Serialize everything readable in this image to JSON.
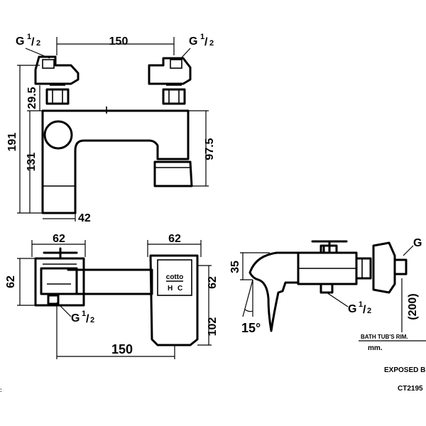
{
  "labels": {
    "g_half_1": "G",
    "g_half_2": "G",
    "g_half_3": "G",
    "g_half_4": "G",
    "g_5": "G",
    "frac": "1/2",
    "frac_num": "1",
    "frac_den": "2",
    "slash": "/"
  },
  "dims": {
    "w150_top": "150",
    "h29_5": "29.5",
    "h191": "191",
    "h131": "131",
    "h97_5": "97.5",
    "w42": "42",
    "w62_a": "62",
    "w62_b": "62",
    "h62_a": "62",
    "h62_b": "62",
    "h102": "102",
    "w150_bot": "150",
    "h35": "35",
    "angle": "15°",
    "h200": "(200)"
  },
  "notes": {
    "bath_rim": "BATH TUB'S RIM.",
    "unit": "mm.",
    "exposed": "EXPOSED B",
    "model": "CT2195",
    "logo": "cotto"
  }
}
